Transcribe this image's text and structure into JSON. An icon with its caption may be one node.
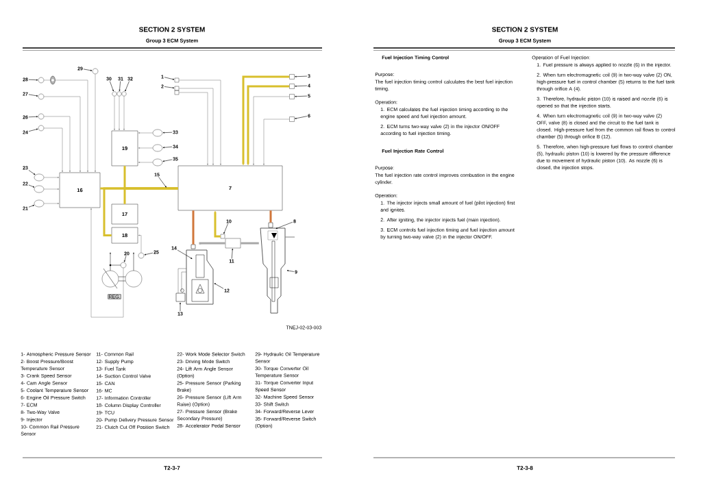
{
  "diagram": {
    "title": "SECTION 2 SYSTEM",
    "nodes": [
      {
        "text": [
          "7"
        ]
      },
      {
        "text": [
          "16"
        ]
      },
      {
        "text": [
          "19"
        ]
      },
      {
        "text": [
          "17"
        ]
      },
      {
        "text": [
          "18"
        ]
      },
      {
        "text": [],
        "shape": "box"
      },
      {
        "text": [],
        "shape": "box"
      },
      {
        "text": [],
        "shape": "box"
      },
      {
        "text": [],
        "shape": "box"
      },
      {
        "text": [],
        "shape": "box"
      },
      {
        "text": [],
        "shape": "box"
      },
      {
        "text": [],
        "shape": "box"
      },
      {
        "text": [],
        "shape": "circle"
      },
      {
        "text": [],
        "shape": "circle"
      },
      {
        "text": [],
        "shape": "circle"
      },
      {
        "text": [],
        "shape": "circle"
      },
      {
        "text": [],
        "shape": "circle"
      },
      {
        "text": [],
        "shape": "circle"
      },
      {
        "text": [],
        "shape": "circle"
      },
      {
        "text": [],
        "shape": "circle"
      },
      {
        "text": [],
        "shape": "circle"
      },
      {
        "text": [],
        "shape": "circle"
      },
      {
        "text": [],
        "shape": "circle"
      },
      {
        "text": [],
        "shape": "circle"
      },
      {
        "text": [],
        "shape": "circle"
      },
      {
        "text": [],
        "shape": "circle"
      },
      {
        "text": [],
        "shape": "circle"
      },
      {
        "text": [],
        "shape": "circle"
      },
      {
        "text": [],
        "shape": "box"
      },
      {
        "text": [],
        "shape": "box"
      },
      {
        "text": [],
        "shape": "picture"
      },
      {
        "text": [],
        "shape": "picture"
      },
      {
        "text": [
          "1"
        ]
      },
      {
        "text": [
          "2"
        ]
      },
      {
        "text": [
          "3"
        ]
      },
      {
        "text": [
          "4"
        ]
      },
      {
        "text": [
          "5"
        ]
      },
      {
        "text": [
          "6"
        ]
      },
      {
        "text": [
          "8"
        ]
      },
      {
        "text": [
          "9"
        ]
      },
      {
        "text": [
          "10"
        ]
      },
      {
        "text": [
          "11"
        ]
      },
      {
        "text": [
          "12"
        ]
      },
      {
        "text": [
          "13"
        ]
      },
      {
        "text": [
          "14"
        ]
      },
      {
        "text": [
          "15"
        ]
      },
      {
        "text": [
          "20"
        ]
      },
      {
        "text": [
          "21"
        ]
      },
      {
        "text": [
          "22"
        ]
      },
      {
        "text": [
          "23"
        ]
      },
      {
        "text": [
          "24"
        ]
      },
      {
        "text": [
          "25"
        ]
      },
      {
        "text": [
          "26"
        ]
      },
      {
        "text": [
          "27"
        ]
      },
      {
        "text": [
          "28"
        ]
      },
      {
        "text": [
          "29"
        ]
      },
      {
        "text": [
          "30"
        ]
      },
      {
        "text": [
          "31"
        ]
      },
      {
        "text": [
          "32"
        ]
      },
      {
        "text": [
          "33"
        ]
      },
      {
        "text": [
          "34"
        ]
      },
      {
        "text": [
          "35"
        ]
      }
    ],
    "edges": [
      {
        "from": 5,
        "to": 0,
        "arrow": "to",
        "color": "#8a8a8a"
      },
      {
        "from": 6,
        "to": 0,
        "arrow": "to",
        "color": "#8a8a8a"
      },
      {
        "from": 7,
        "to": 0,
        "arrow": "to",
        "color": "#8a8a8a"
      },
      {
        "from": 8,
        "to": 0,
        "arrow": "to",
        "style": "thick",
        "color": "#d8bf2c"
      },
      {
        "from": 9,
        "to": 0,
        "arrow": "to",
        "style": "thick",
        "color": "#d8bf2c"
      },
      {
        "from": 10,
        "to": 0,
        "arrow": "to",
        "color": "#8a8a8a"
      },
      {
        "from": 11,
        "to": 0,
        "arrow": "to",
        "color": "#8a8a8a"
      },
      {
        "from": 12,
        "to": 1,
        "arrow": "to",
        "color": "#8a8a8a"
      },
      {
        "from": 13,
        "to": 1,
        "arrow": "to",
        "color": "#8a8a8a"
      },
      {
        "from": 14,
        "to": 1,
        "arrow": "to",
        "color": "#8a8a8a"
      },
      {
        "from": 15,
        "to": 1,
        "arrow": "to",
        "color": "#8a8a8a"
      },
      {
        "from": 16,
        "to": 1,
        "arrow": "to",
        "color": "#8a8a8a"
      },
      {
        "from": 17,
        "to": 1,
        "arrow": "to",
        "color": "#8a8a8a"
      },
      {
        "from": 18,
        "to": 1,
        "arrow": "to",
        "color": "#8a8a8a"
      },
      {
        "from": 19,
        "to": 1,
        "arrow": "to",
        "color": "#8a8a8a"
      },
      {
        "from": 20,
        "to": 2,
        "arrow": "to",
        "color": "#8a8a8a"
      },
      {
        "from": 21,
        "to": 2,
        "arrow": "to",
        "color": "#8a8a8a"
      },
      {
        "from": 22,
        "to": 2,
        "arrow": "to",
        "color": "#8a8a8a"
      },
      {
        "from": 23,
        "to": 2,
        "arrow": "to",
        "color": "#8a8a8a"
      },
      {
        "from": 24,
        "to": 2,
        "arrow": "to",
        "color": "#8a8a8a"
      },
      {
        "from": 25,
        "to": 2,
        "arrow": "to",
        "color": "#8a8a8a"
      },
      {
        "from": 26,
        "to": 4,
        "arrow": "to",
        "color": "#8a8a8a"
      },
      {
        "from": 27,
        "to": 1,
        "arrow": "to",
        "color": "#8a8a8a"
      },
      {
        "from": 1,
        "to": 0,
        "arrow": "none",
        "style": "thick",
        "color": "#d8bf2c"
      },
      {
        "from": 2,
        "to": 0,
        "arrow": "none",
        "style": "thick",
        "color": "#d8bf2c"
      },
      {
        "from": 3,
        "to": 0,
        "arrow": "none",
        "style": "thick",
        "color": "#d8bf2c"
      },
      {
        "from": 4,
        "to": 0,
        "arrow": "none",
        "style": "thick",
        "color": "#d8bf2c"
      },
      {
        "from": 28,
        "to": 0,
        "arrow": "to",
        "style": "thick",
        "color": "#d8bf2c"
      },
      {
        "from": 0,
        "to": 30,
        "arrow": "none",
        "style": "thick",
        "color": "#d0763a"
      },
      {
        "from": 0,
        "to": 31,
        "arrow": "none",
        "style": "thick",
        "color": "#d0763a"
      },
      {
        "from": 30,
        "to": 29,
        "arrow": "none",
        "style": "thick",
        "color": "#a8a8a8"
      },
      {
        "from": 29,
        "to": 31,
        "arrow": "none",
        "style": "thick",
        "color": "#a8a8a8"
      },
      {
        "from": 32,
        "to": 5,
        "arrow": "to"
      },
      {
        "from": 33,
        "to": 6,
        "arrow": "to"
      },
      {
        "from": 34,
        "to": 8,
        "arrow": "to"
      },
      {
        "from": 35,
        "to": 9,
        "arrow": "to"
      },
      {
        "from": 36,
        "to": 10,
        "arrow": "to"
      },
      {
        "from": 37,
        "to": 11,
        "arrow": "to"
      },
      {
        "from": 38,
        "to": 31,
        "arrow": "to"
      },
      {
        "from": 39,
        "to": 31,
        "arrow": "to"
      },
      {
        "from": 40,
        "to": 28,
        "arrow": "to"
      },
      {
        "from": 41,
        "to": 29,
        "arrow": "to"
      },
      {
        "from": 42,
        "to": 30,
        "arrow": "to"
      },
      {
        "from": 43,
        "to": null,
        "arrow": "to"
      },
      {
        "from": 44,
        "to": 30,
        "arrow": "to"
      },
      {
        "from": 45,
        "to": null,
        "arrow": "to"
      },
      {
        "from": 46,
        "to": 27,
        "arrow": "to"
      },
      {
        "from": 47,
        "to": 17,
        "arrow": "to"
      },
      {
        "from": 48,
        "to": 18,
        "arrow": "to"
      },
      {
        "from": 49,
        "to": 19,
        "arrow": "to"
      },
      {
        "from": 50,
        "to": 12,
        "arrow": "to"
      },
      {
        "from": 51,
        "to": 26,
        "arrow": "to"
      },
      {
        "from": 52,
        "to": 13,
        "arrow": "to"
      },
      {
        "from": 53,
        "to": 14,
        "arrow": "to"
      },
      {
        "from": 54,
        "to": 15,
        "arrow": "to"
      },
      {
        "from": 55,
        "to": 16,
        "arrow": "to"
      },
      {
        "from": 56,
        "to": 20,
        "arrow": "to"
      },
      {
        "from": 57,
        "to": 21,
        "arrow": "to"
      },
      {
        "from": 58,
        "to": 22,
        "arrow": "to"
      },
      {
        "from": 59,
        "to": 23,
        "arrow": "to"
      },
      {
        "from": 60,
        "to": 24,
        "arrow": "to"
      },
      {
        "from": 61,
        "to": 25,
        "arrow": "to"
      }
    ],
    "labels": [
      "Group 3 ECM System",
      "REG.",
      "TNEJ-02-03-003",
      "1- Atmospheric Pressure Sensor",
      "2- Boost Pressure/Boost Temperature Sensor",
      "3- Crank Speed Sensor",
      "4- Cam Angle Sensor",
      "5- Coolant Temperature Sensor",
      "6- Engine Oil Pressure Switch",
      "7- ECM",
      "8- Two-Way Valve",
      "9- Injector",
      "10- Common Rail Pressure Sensor",
      "11- Common Rail",
      "12- Supply Pump",
      "13- Fuel Tank",
      "14- Suction Control Valve",
      "15- CAN",
      "16- MC",
      "17- Information Controller",
      "18- Column Display Controller",
      "19- TCU",
      "20- Pump Delivery Pressure Sensor",
      "21- Clutch Cut Off Position Switch",
      "22- Work Mode Selector Switch",
      "23- Driving Mode Switch",
      "24- Lift Arm Angle Sensor (Option)",
      "25- Pressure Sensor (Parking Brake)",
      "26- Pressure Sensor (Lift Arm Raise) (Option)",
      "27- Pressure Sensor (Brake Secondary Pressure)",
      "28- Accelerator Pedal Sensor",
      "29- Hydraulic Oil Temperature Sensor",
      "30- Torque Converter Oil Temperature Sensor",
      "31- Torque Converter Input Speed Sensor",
      "32- Machine Speed Sensor",
      "33- Shift Switch",
      "34- Forward/Reverse Lever",
      "35- Forward/Reverse Switch (Option)",
      "T2-3-7",
      "SECTION 2 SYSTEM",
      "Group 3 ECM System",
      "Fuel Injection Timing Control",
      "Purpose:",
      "The fuel injection timing control calculates the best fuel injection timing.",
      "Operation:",
      "1. ECM calculates the fuel injection timing according to the engine speed and fuel injection amount.",
      "2. ECM turns two-way valve (2) in the injector ON/OFF according to fuel injection timing.",
      "Fuel Injection Rate Control",
      "Purpose:",
      "The fuel injection rate control improves combustion in the engine cylinder.",
      "Operation:",
      "1. The injector injects small amount of fuel (pilot injection) first and ignites.",
      "2. After igniting, the injector injects fuel (main injection).",
      "3. ECM controls fuel injection timing and fuel injection amount by turning two-way valve (2) in the injector ON/OFF.",
      "Operation of Fuel Injection:",
      "1. Fuel pressure is always applied to nozzle (6) in the injector.",
      "2. When turn electromagnetic coil (9) in two-way valve (2) ON, high-pressure fuel in control chamber (5) returns to the fuel tank through orifice A (4).",
      "3. Therefore, hydraulic piston (10) is raised and nozzle (6) is opened so that the injection starts.",
      "4. When turn electromagnetic coil (9) in two-way valve (2) OFF, valve (8) is closed and the circuit to the fuel tank is closed. High-pressure fuel from the common rail flows to control chamber (5) through orifice B (12).",
      "5. Therefore, when high-pressure fuel flows to control chamber (5), hydraulic piston (10) is lowered by the pressure difference due to movement of hydraulic piston (10). As nozzle (6) is closed, the injection stops.",
      "T2-3-8"
    ]
  }
}
